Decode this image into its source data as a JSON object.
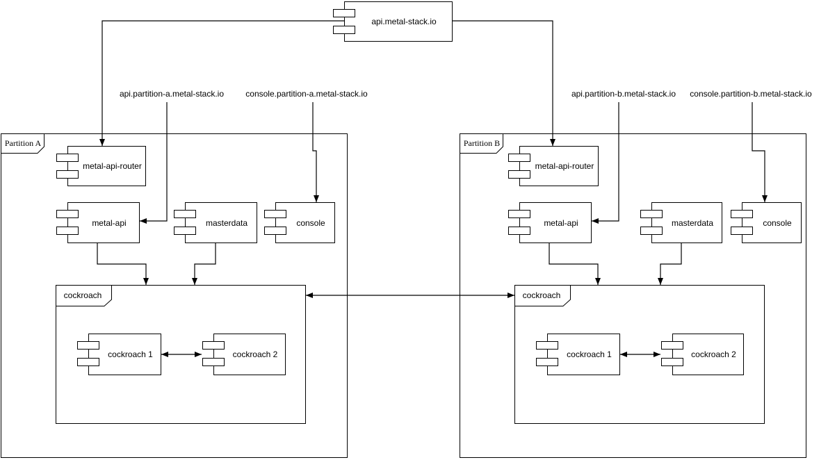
{
  "diagram": {
    "internet_component": {
      "label": "api.metal-stack.io"
    },
    "dns_labels": {
      "api_a": "api.partition-a.metal-stack.io",
      "console_a": "console.partition-a.metal-stack.io",
      "api_b": "api.partition-b.metal-stack.io",
      "console_b": "console.partition-b.metal-stack.io"
    },
    "partitions": [
      {
        "name": "Partition A",
        "components": {
          "router": "metal-api-router",
          "api": "metal-api",
          "masterdata": "masterdata",
          "console": "console"
        },
        "cockroach": {
          "label": "cockroach",
          "node1": "cockroach 1",
          "node2": "cockroach 2"
        }
      },
      {
        "name": "Partition B",
        "components": {
          "router": "metal-api-router",
          "api": "metal-api",
          "masterdata": "masterdata",
          "console": "console"
        },
        "cockroach": {
          "label": "cockroach",
          "node1": "cockroach 1",
          "node2": "cockroach 2"
        }
      }
    ],
    "colors": {
      "stroke": "#000000",
      "fill": "#ffffff"
    }
  }
}
